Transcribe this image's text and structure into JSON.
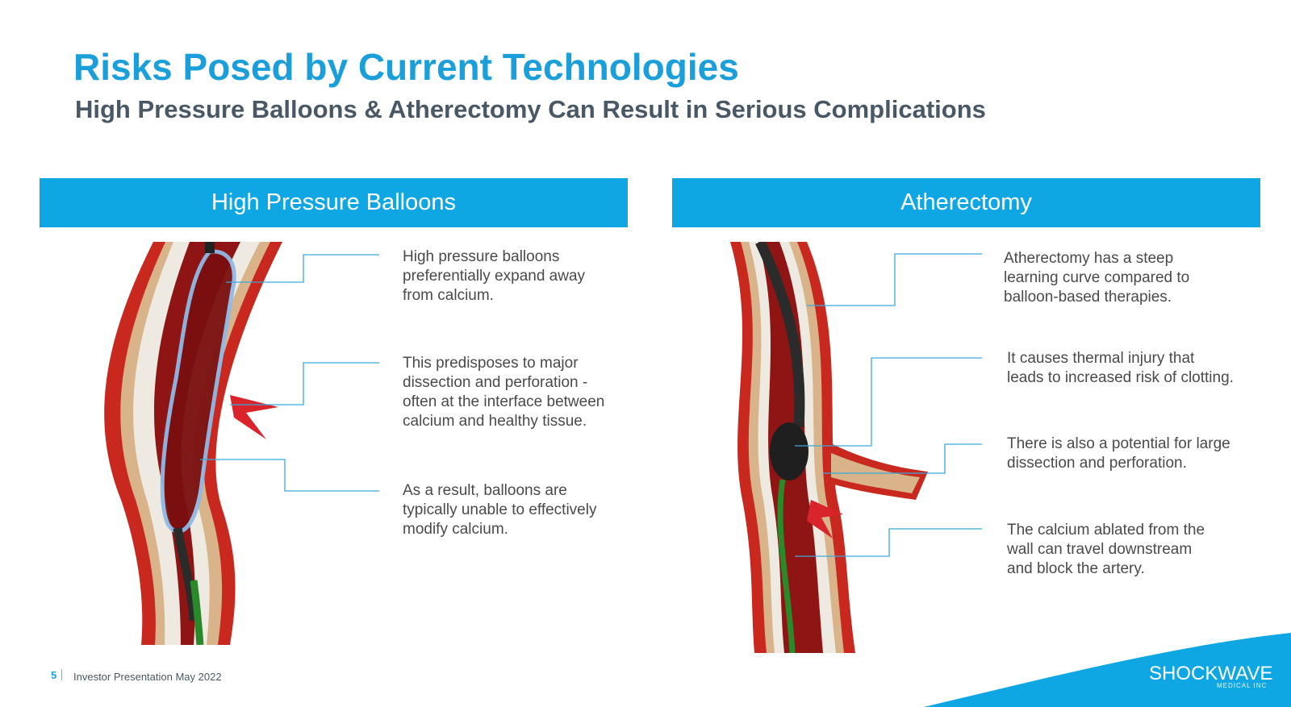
{
  "slide": {
    "title": "Risks Posed by Current Technologies",
    "subtitle": "High Pressure Balloons & Atherectomy Can Result in Serious Complications"
  },
  "panels": [
    {
      "header": "High Pressure Balloons",
      "callouts": [
        [
          "High pressure balloons",
          "preferentially expand away",
          "from calcium."
        ],
        [
          "This predisposes to major",
          "dissection and perforation -",
          "often at the interface between",
          "calcium and healthy tissue."
        ],
        [
          "As a result, balloons are",
          "typically unable to effectively",
          "modify calcium."
        ]
      ]
    },
    {
      "header": "Atherectomy",
      "callouts": [
        [
          "Atherectomy has a steep",
          "learning curve compared to",
          "balloon-based therapies."
        ],
        [
          "It causes thermal injury that",
          "leads to increased risk of clotting."
        ],
        [
          "There is also a potential for large",
          "dissection and perforation."
        ],
        [
          "The calcium ablated from the",
          "wall can travel downstream",
          "and block the artery."
        ]
      ]
    }
  ],
  "footer": {
    "page_number": "5",
    "text": "Investor Presentation May 2022"
  },
  "logo": {
    "name": "SHOCKWAVE",
    "sub": "MEDICAL INC"
  },
  "colors": {
    "title": "#1a9fdb",
    "subtitle": "#4a5866",
    "header_bg": "#0ea7e3",
    "connector": "#3aa9dc",
    "artery": "#c8281e"
  },
  "icons": [
    "balloon-artery-illustration",
    "atherectomy-artery-illustration",
    "shockwave-logo"
  ]
}
